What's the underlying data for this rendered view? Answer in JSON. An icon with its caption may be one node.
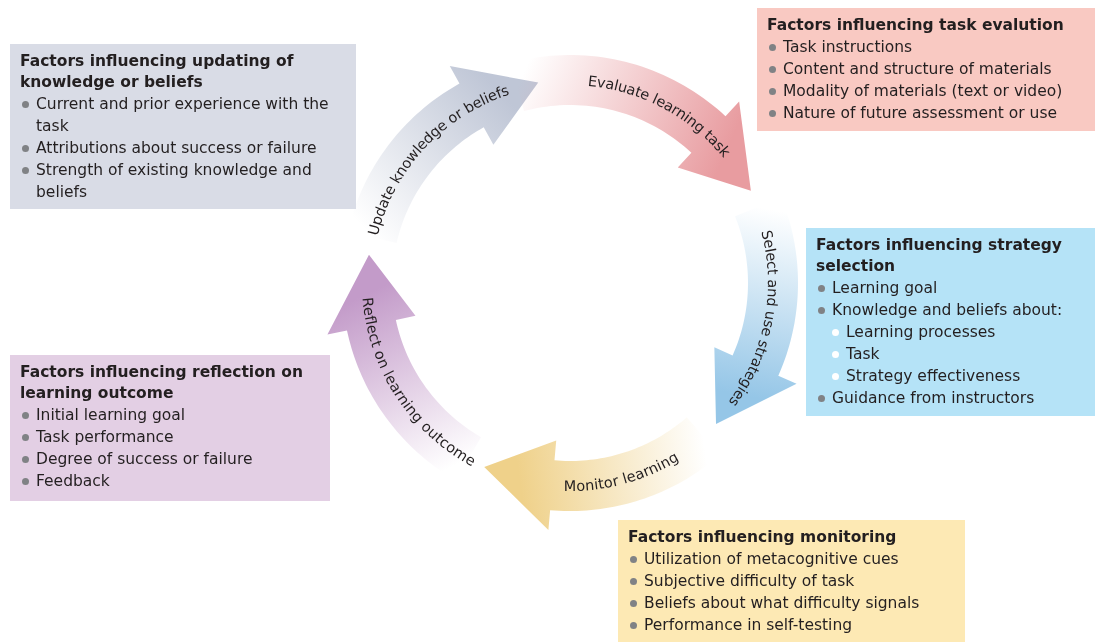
{
  "diagram": {
    "nodes": [
      {
        "text": [
          "Factors influencing updating of knowledge or beliefs",
          "Current and prior experience with the task",
          "Attributions about success or failure",
          "Strength of existing knowledge and beliefs"
        ]
      },
      {
        "text": [
          "Factors influencing task evalution",
          "Task instructions",
          "Content and structure of materials",
          "Modality of materials (text or video)",
          "Nature of future assessment or use"
        ]
      },
      {
        "text": [
          "Update knowledge or beliefs"
        ]
      },
      {
        "text": [
          "Evaluate learning task"
        ]
      },
      {
        "text": [
          "Select and use strategies"
        ]
      },
      {
        "text": [
          "Factors influencing strategy selection",
          "Learning goal",
          "Knowledge and beliefs about:",
          "Learning processes",
          "Task",
          "Strategy effectiveness",
          "Guidance from instructors"
        ]
      },
      {
        "text": [
          "Reflect on learning outcome"
        ]
      },
      {
        "text": [
          "Factors influencing reflection on learning outcome",
          "Initial learning goal",
          "Task performance",
          "Degree of success or failure",
          "Feedback"
        ]
      },
      {
        "text": [
          "Monitor learning"
        ]
      },
      {
        "text": [
          "Factors influencing monitoring",
          "Utilization of metacognitive cues",
          "Subjective difficulty of task",
          "Beliefs about what difficulty signals",
          "Performance in self-testing"
        ]
      }
    ]
  }
}
